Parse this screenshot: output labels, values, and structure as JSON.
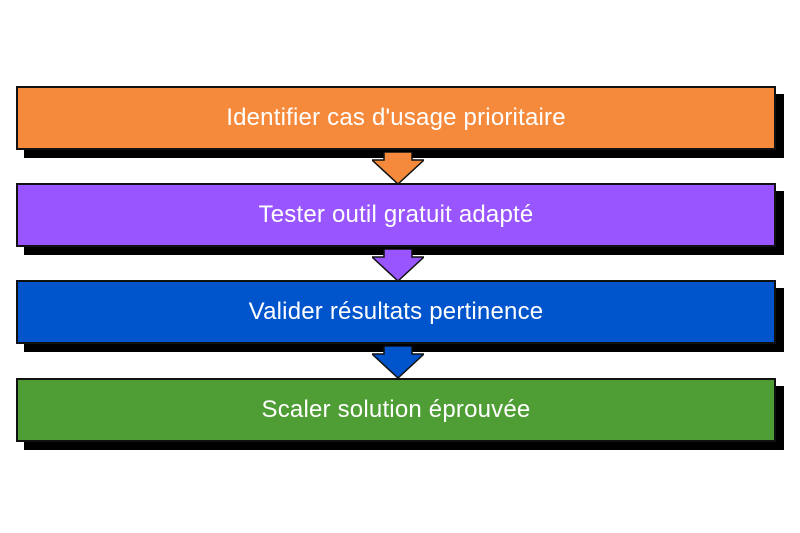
{
  "steps": [
    {
      "label": "Identifier cas d'usage prioritaire",
      "color": "#F58A3D"
    },
    {
      "label": "Tester outil gratuit adapté",
      "color": "#9955FF"
    },
    {
      "label": "Valider résultats pertinence",
      "color": "#0055CC"
    },
    {
      "label": "Scaler solution éprouvée",
      "color": "#4E9E35"
    }
  ]
}
